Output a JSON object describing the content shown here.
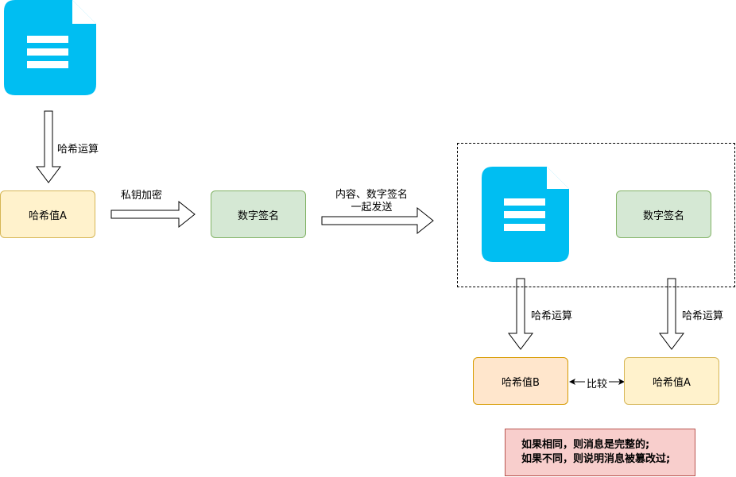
{
  "nodes": {
    "hash_a_top": "哈希值A",
    "signature_top": "数字签名",
    "signature_in_package": "数字签名",
    "hash_b": "哈希值B",
    "hash_a_bottom": "哈希值A"
  },
  "edges": {
    "hash_op_top": "哈希运算",
    "private_key_encrypt": "私钥加密",
    "send_line1": "内容、数字签名",
    "send_line2": "一起发送",
    "hash_op_left": "哈希运算",
    "hash_op_right": "哈希运算",
    "compare": "比较"
  },
  "result": {
    "line1": "如果相同，则消息是完整的;",
    "line2": "如果不同，则说明消息被篡改过;"
  },
  "colors": {
    "document_icon": "#00bef2",
    "yellow_fill": "#fff2cc",
    "green_fill": "#d5e8d4",
    "orange_fill": "#ffe6cc",
    "red_fill": "#f8cecc"
  },
  "icons": [
    "document-icon",
    "document-icon"
  ]
}
